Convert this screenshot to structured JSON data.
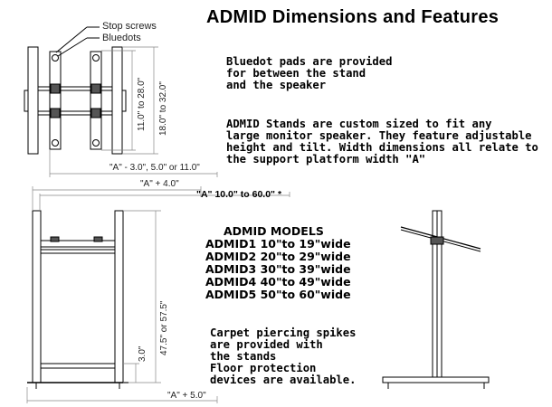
{
  "title": "ADMID Dimensions and Features",
  "callouts": {
    "stop_screws": "Stop screws",
    "bluedots": "Bluedots"
  },
  "notes": {
    "bluedot": "Bluedot pads are provided\nfor between the stand\nand the speaker",
    "custom": "ADMID Stands are custom sized to fit any\nlarge monitor speaker. They feature adjustable\nheight and tilt. Width dimensions all relate to\nthe support platform width \"A\"",
    "spikes": "Carpet piercing spikes\nare provided with\nthe stands\nFloor protection\ndevices are available."
  },
  "models": {
    "heading": "ADMID MODELS",
    "items": [
      "ADMID1 10\"to 19\"wide",
      "ADMID2 20\"to 29\"wide",
      "ADMID3 30\"to 39\"wide",
      "ADMID4 40\"to 49\"wide",
      "ADMID5 50\"to 60\"wide"
    ]
  },
  "dimensions": {
    "inner_depth": "11.0\" to 28.0\"",
    "outer_depth": "18.0\" to 32.0\"",
    "top_width": "\"A\" - 3.0\", 5.0\" or 11.0\"",
    "a_plus_4": "\"A\" + 4.0\"",
    "a_range": "\"A\" 10.0\" to 60.0\" *",
    "height": "47.5\" or 57.5\"",
    "base_clearance": "3.0\"",
    "a_plus_5": "\"A\" + 5.0\""
  }
}
